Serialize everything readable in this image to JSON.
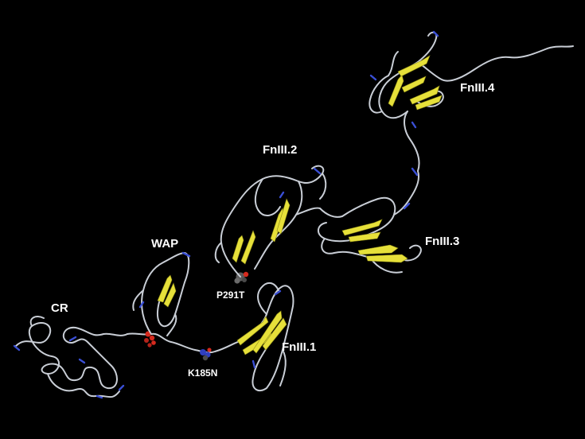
{
  "labels": {
    "cr": "CR",
    "wap": "WAP",
    "fn1": "FnIII.1",
    "fn2": "FnIII.2",
    "fn3": "FnIII.3",
    "fn4": "FnIII.4",
    "k185n": "K185N",
    "p291t": "P291T"
  },
  "colors": {
    "background": "#000000",
    "coil": "#c9ced6",
    "helix_turn": "#3a4fd6",
    "beta_sheet": "#e6e03a",
    "red_atoms": "#d62a1e",
    "blue_atoms": "#2f3fbf",
    "grey_atoms": "#5a5a5a"
  }
}
